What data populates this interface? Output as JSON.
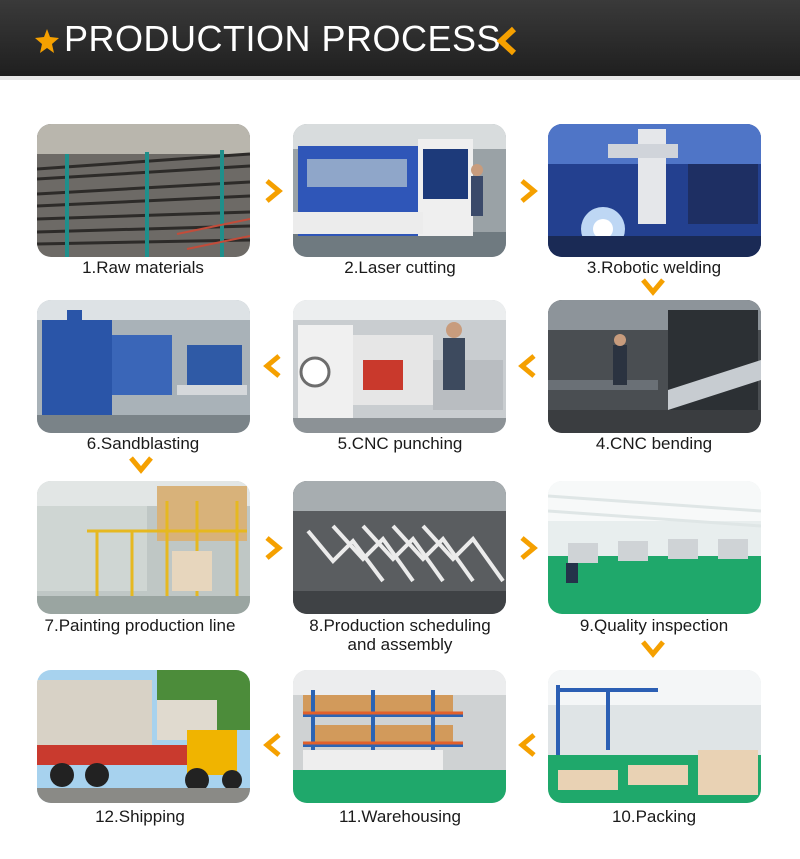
{
  "header": {
    "title": "PRODUCTION PROCESS",
    "accent_color": "#f5a000"
  },
  "steps": [
    {
      "label": "1.Raw materials"
    },
    {
      "label": "2.Laser cutting"
    },
    {
      "label": "3.Robotic welding"
    },
    {
      "label": "4.CNC bending"
    },
    {
      "label": "5.CNC punching"
    },
    {
      "label": "6.Sandblasting"
    },
    {
      "label": "7.Painting production line"
    },
    {
      "label": "8.Production scheduling",
      "label2": "and assembly"
    },
    {
      "label": "9.Quality inspection"
    },
    {
      "label": "10.Packing"
    },
    {
      "label": "11.Warehousing"
    },
    {
      "label": "12.Shipping"
    }
  ],
  "arrow_color": "#f5a000"
}
